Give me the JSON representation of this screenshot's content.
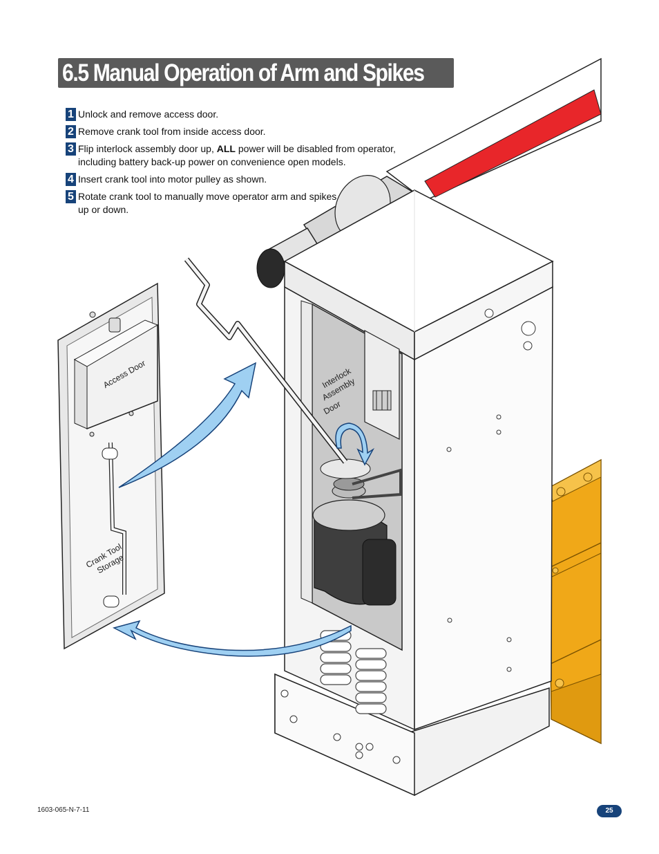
{
  "title": "6.5 Manual Operation of Arm and Spikes",
  "steps": [
    {
      "num": "1",
      "text": "Unlock and remove access door."
    },
    {
      "num": "2",
      "text": "Remove crank tool from inside access door."
    },
    {
      "num": "3",
      "text_before": "Flip interlock assembly door up, ",
      "text_bold": "ALL",
      "text_after": " power will be disabled from operator,",
      "text_line2": "including battery back-up power on convenience open models."
    },
    {
      "num": "4",
      "text": "Insert crank tool into motor pulley as shown."
    },
    {
      "num": "5",
      "text": "Rotate crank tool to manually move operator arm and spikes",
      "text_line2": "up or down."
    }
  ],
  "illustration": {
    "access_door_label": "Access Door",
    "crank_tool_label_1": "Crank Tool",
    "crank_tool_label_2": "Storage",
    "interlock_label_1": "Interlock",
    "interlock_label_2": "Assembly",
    "interlock_label_3": "Door"
  },
  "footer": {
    "doc_code": "1603-065-N-7-11",
    "page_number": "25"
  },
  "colors": {
    "title_bar": "#5a5a5a",
    "step_badge": "#17437a",
    "arm_red": "#e8262a",
    "spikes_yellow": "#f0a818",
    "arrow_blue": "#9fd0f2"
  }
}
